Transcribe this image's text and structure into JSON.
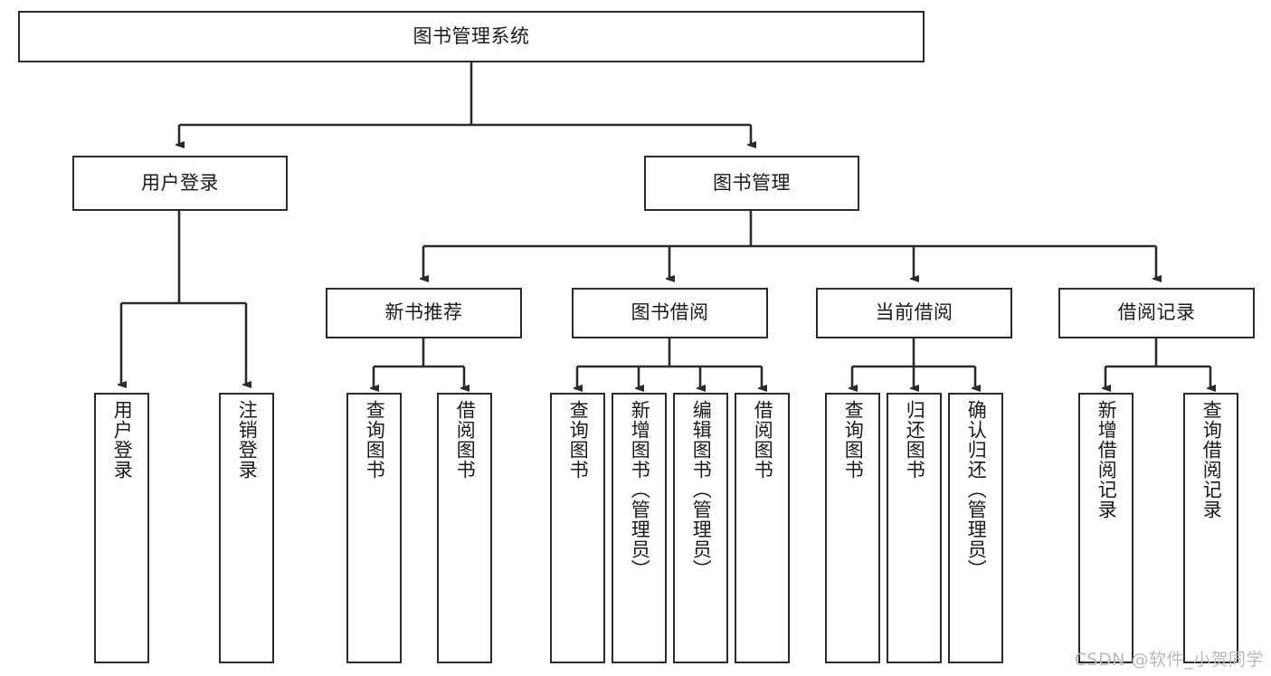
{
  "diagram": {
    "title": "图书管理系统",
    "type": "hierarchy-tree",
    "accent_color": "#2b2b2b",
    "background_color": "#ffffff",
    "root": {
      "label": "图书管理系统",
      "level": 1
    },
    "level2": [
      {
        "label": "用户登录"
      },
      {
        "label": "图书管理"
      }
    ],
    "level3": [
      {
        "label": "新书推荐"
      },
      {
        "label": "图书借阅"
      },
      {
        "label": "当前借阅"
      },
      {
        "label": "借阅记录"
      }
    ],
    "leaves": {
      "user_login": [
        {
          "label": "用户登录"
        },
        {
          "label": "注销登录"
        }
      ],
      "new_book_recommend": [
        {
          "label": "查询图书"
        },
        {
          "label": "借阅图书"
        }
      ],
      "book_borrow": [
        {
          "label": "查询图书"
        },
        {
          "label": "新增图书（管理员）"
        },
        {
          "label": "编辑图书（管理员）"
        },
        {
          "label": "借阅图书"
        }
      ],
      "current_borrow": [
        {
          "label": "查询图书"
        },
        {
          "label": "归还图书"
        },
        {
          "label": "确认归还（管理员）"
        }
      ],
      "borrow_record": [
        {
          "label": "新增借阅记录"
        },
        {
          "label": "查询借阅记录"
        }
      ]
    }
  },
  "watermark": {
    "text": "CSDN @软件_小贺同学"
  }
}
